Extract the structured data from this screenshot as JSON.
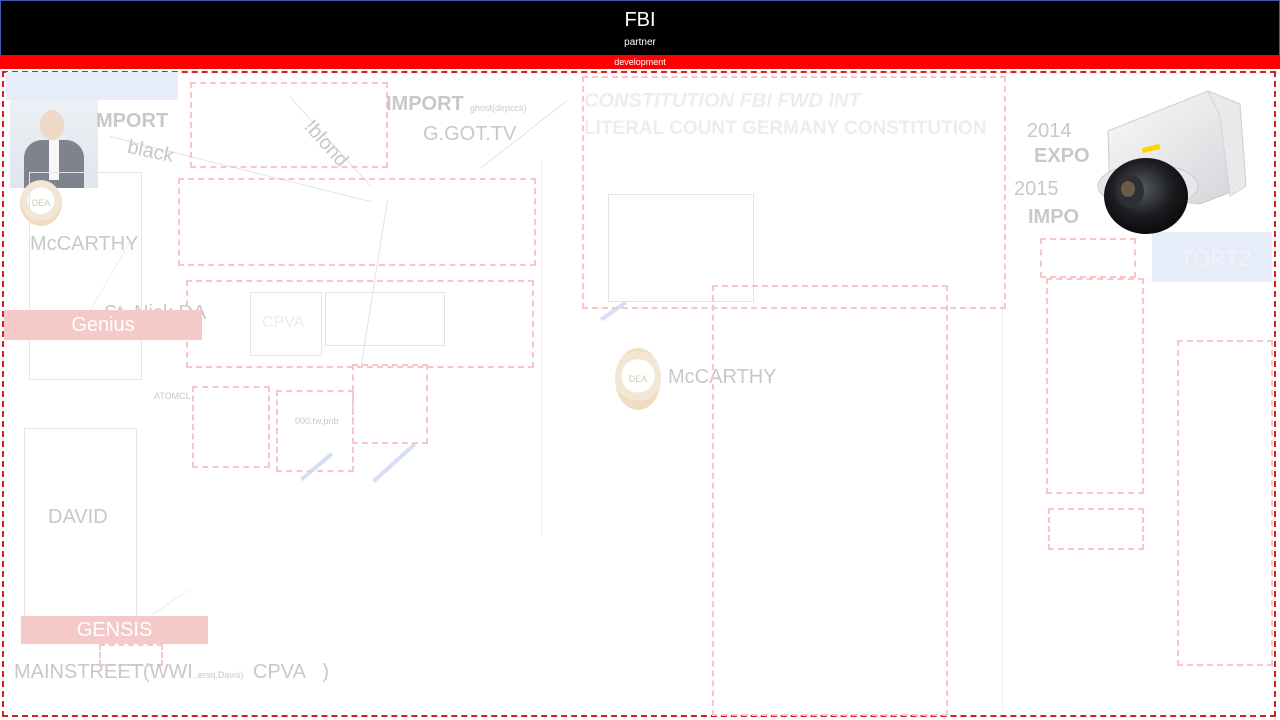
{
  "header": {
    "title": "FBI",
    "subtitle": "partner"
  },
  "banner": {
    "label": "development"
  },
  "labels": {
    "import_top_left": "MPORT",
    "black": "black",
    "import_center": "IMPORT",
    "ghost_small": "ghost(dirpccs)",
    "g_got_tv": "G.GOT.TV",
    "blond": "!blond",
    "constitution_line1": "CONSTITUTION FBI FWD INT",
    "constitution_line2": "LITERAL COUNT GERMANY CONSTITUTION",
    "year_2014": "2014",
    "expo": "EXPO",
    "year_2015": "2015",
    "impo": "IMPO",
    "mccarthy_left": "McCARTHY",
    "st_nick": "St. Nick DA",
    "genius": "Genius",
    "cpva_box": "CPVA",
    "atomcl": "ATOMCL",
    "tw_png": "000.tw.pnb",
    "mccarthy_center": "McCARTHY",
    "david": "DAVID",
    "gensis": "GENSIS",
    "mainstreet": "MAINSTREET(WWI",
    "mainstreet_small": "..ersq.Davis)",
    "cpva_bottom": "CPVA",
    "paren": ")",
    "tort2": "TORT2",
    "dea_badge": "DEA"
  },
  "colors": {
    "header_bg": "#000000",
    "banner_red": "#ff0000",
    "frame_red": "#d42020",
    "box_pink": "#f7c6c6"
  },
  "icons": [
    "portrait-photo",
    "dea-badge-icon",
    "security-camera-icon"
  ]
}
